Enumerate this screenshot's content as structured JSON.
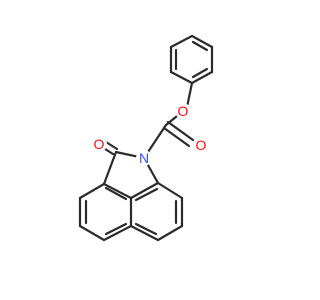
{
  "structure": {
    "colors": {
      "bond": "#2b2b2b",
      "oxygen": "#ff0d0d",
      "nitrogen": "#3050f8",
      "background": "#ffffff"
    },
    "atoms": {
      "o_ester": {
        "label": "O",
        "element": "oxygen"
      },
      "o_carbonyl_ester": {
        "label": "O",
        "element": "oxygen"
      },
      "o_lactam": {
        "label": "O",
        "element": "oxygen"
      },
      "n_lactam": {
        "label": "N",
        "element": "nitrogen"
      }
    }
  }
}
